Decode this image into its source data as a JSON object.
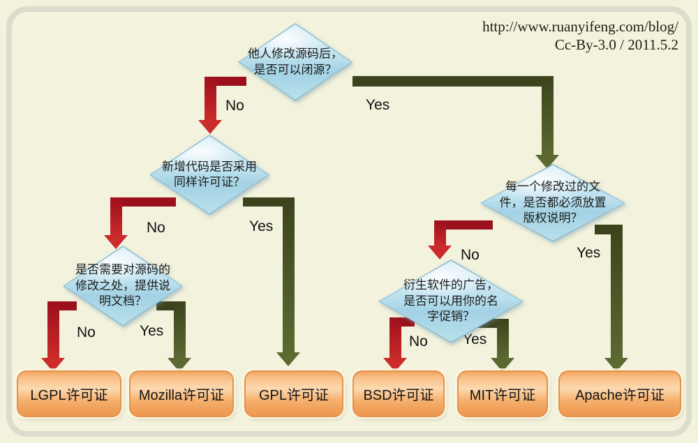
{
  "credit": {
    "url": "http://www.ruanyifeng.com/blog/",
    "license_line": "Cc-By-3.0 / 2011.5.2"
  },
  "labels": {
    "no": "No",
    "yes": "Yes"
  },
  "colors": {
    "arrow_no": "#9c0f1c",
    "arrow_no_tip": "#cb2b2b",
    "arrow_yes": "#3c431c",
    "arrow_yes_tip": "#5c6931",
    "diamond_fill": "#bce0ee",
    "box_fill": "#f6b170",
    "background": "#f2f2dd"
  },
  "decisions": {
    "close_source": {
      "question": "他人修改源码后，\n是否可以闭源？"
    },
    "same_license": {
      "question": "新增代码是否采用\n同样许可证？"
    },
    "doc_changes": {
      "question": "是否需要对源码的\n修改之处，提供说\n明文档？"
    },
    "copyright_notice": {
      "question": "每一个修改过的文\n件，是否都必须放置\n版权说明？"
    },
    "name_promotion": {
      "question": "衍生软件的广告，\n是否可以用你的名\n字促销？"
    }
  },
  "licenses": {
    "lgpl": "LGPL许可证",
    "mozilla": "Mozilla许可证",
    "gpl": "GPL许可证",
    "bsd": "BSD许可证",
    "mit": "MIT许可证",
    "apache": "Apache许可证"
  },
  "diagram": {
    "edges": [
      {
        "from": "close_source",
        "label": "No",
        "to": "same_license"
      },
      {
        "from": "close_source",
        "label": "Yes",
        "to": "copyright_notice"
      },
      {
        "from": "same_license",
        "label": "No",
        "to": "doc_changes"
      },
      {
        "from": "same_license",
        "label": "Yes",
        "to": "gpl"
      },
      {
        "from": "doc_changes",
        "label": "No",
        "to": "lgpl"
      },
      {
        "from": "doc_changes",
        "label": "Yes",
        "to": "mozilla"
      },
      {
        "from": "copyright_notice",
        "label": "No",
        "to": "name_promotion"
      },
      {
        "from": "copyright_notice",
        "label": "Yes",
        "to": "apache"
      },
      {
        "from": "name_promotion",
        "label": "No",
        "to": "bsd"
      },
      {
        "from": "name_promotion",
        "label": "Yes",
        "to": "mit"
      }
    ]
  }
}
